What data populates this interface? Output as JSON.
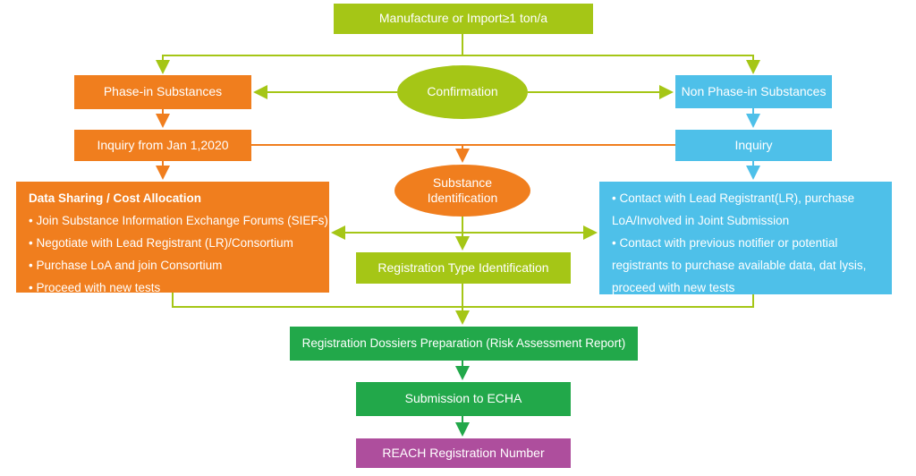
{
  "palette": {
    "yellow_green": "#a5c616",
    "orange": "#f07e1e",
    "blue": "#4ec0e9",
    "green": "#22a84a",
    "purple": "#ae4e9d",
    "text": "#ffffff"
  },
  "nodes": {
    "manufacture": {
      "label": "Manufacture or Import≥1 ton/a"
    },
    "confirmation": {
      "label": "Confirmation"
    },
    "phase_in": {
      "label": "Phase-in Substances"
    },
    "non_phase_in": {
      "label": "Non Phase-in Substances"
    },
    "inquiry_2020": {
      "label": "Inquiry from Jan 1,2020"
    },
    "inquiry": {
      "label": "Inquiry"
    },
    "substance_identification": {
      "label": "Substance Identification"
    },
    "data_sharing": {
      "title": "Data Sharing / Cost Allocation",
      "bullets": [
        "• Join Substance Information Exchange Forums (SIEFs)",
        "• Negotiate with Lead Registrant (LR)/Consortium",
        "• Purchase LoA and join Consortium",
        "• Proceed with new tests"
      ]
    },
    "contact": {
      "bullets": [
        "• Contact with Lead Registrant(LR), purchase LoA/Involved in Joint Submission",
        "• Contact with previous notifier or potential registrants to purchase available data, dat lysis, proceed with new tests"
      ]
    },
    "registration_type": {
      "label": "Registration Type Identification"
    },
    "dossiers": {
      "label": "Registration Dossiers Preparation (Risk Assessment Report)"
    },
    "submission": {
      "label": "Submission to ECHA"
    },
    "reach_number": {
      "label": "REACH Registration Number"
    }
  }
}
